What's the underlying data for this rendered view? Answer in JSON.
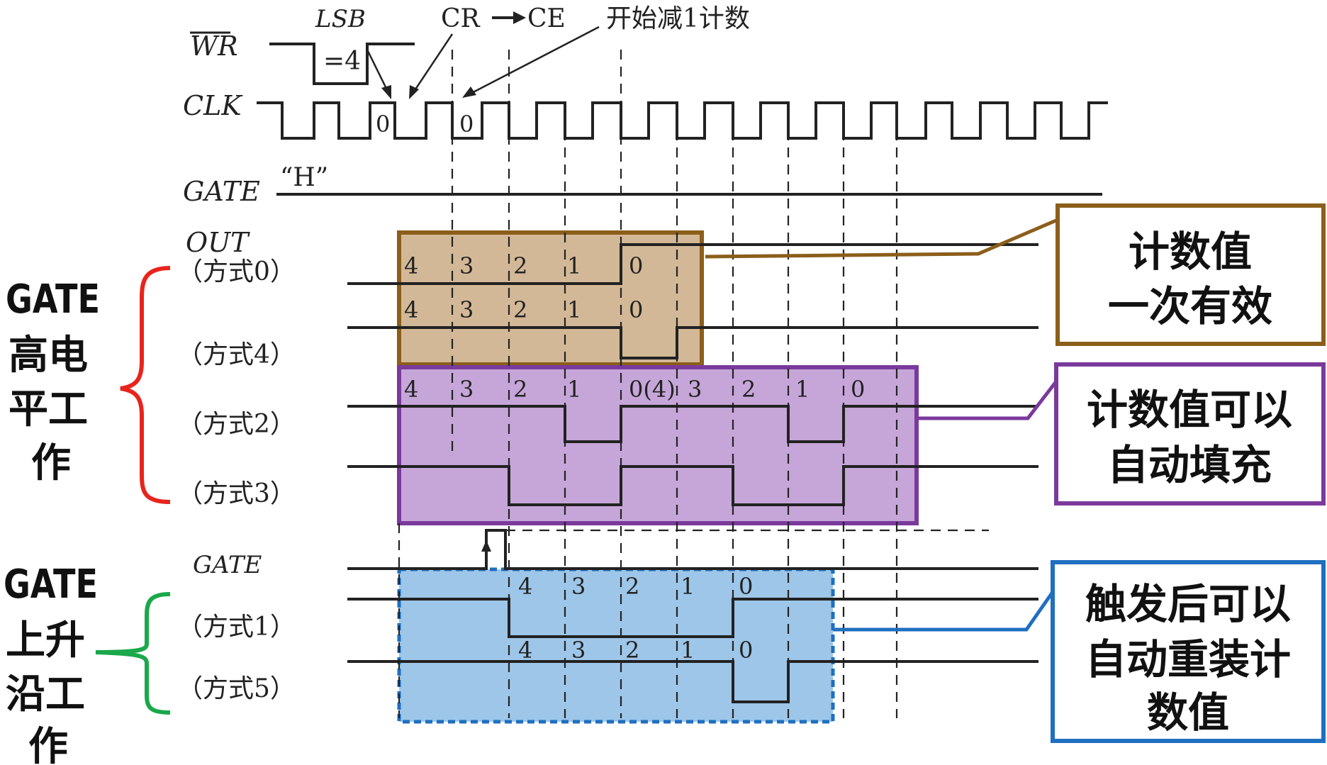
{
  "signals": {
    "wr": "WR",
    "lsb": "LSB",
    "lsb_value": "=4",
    "clk": "CLK",
    "clk_zero_1": "0",
    "clk_zero_2": "0",
    "cr_ce": "CR",
    "cr_ce_to": "CE",
    "start_count": "开始减1计数",
    "gate": "GATE",
    "gate_level": "“H”",
    "out": "OUT",
    "gate_trigger": "GATE"
  },
  "modes": {
    "m0": "（方式0）",
    "m4": "（方式4）",
    "m2": "（方式2）",
    "m3": "（方式3）",
    "m1": "（方式1）",
    "m5": "（方式5）"
  },
  "counts": {
    "m0": [
      "4",
      "3",
      "2",
      "1",
      "0"
    ],
    "m4": [
      "4",
      "3",
      "2",
      "1",
      "0"
    ],
    "m2": [
      "4",
      "3",
      "2",
      "1",
      "0(4)",
      "3",
      "2",
      "1",
      "0"
    ],
    "m1": [
      "4",
      "3",
      "2",
      "1",
      "0"
    ],
    "m5": [
      "4",
      "3",
      "2",
      "1",
      "0"
    ]
  },
  "side_groups": {
    "high_level": [
      "GATE",
      "高电",
      "平工",
      "作"
    ],
    "rising_edge": [
      "GATE",
      "上升",
      "沿工",
      "作"
    ]
  },
  "callouts": {
    "once": [
      "计数值",
      "一次有效"
    ],
    "auto_fill": [
      "计数值可以",
      "自动填充"
    ],
    "retrigger": [
      "触发后可以",
      "自动重装计",
      "数值"
    ]
  },
  "colors": {
    "tan_fill": "#d2b896",
    "tan_border": "#8b5e1a",
    "purple_fill": "#c6a6d8",
    "purple_border": "#7a3a9c",
    "blue_fill": "#9dc6e8",
    "blue_border": "#1f6fc0",
    "red_brace": "#e8241c",
    "green_brace": "#1aa84a"
  }
}
